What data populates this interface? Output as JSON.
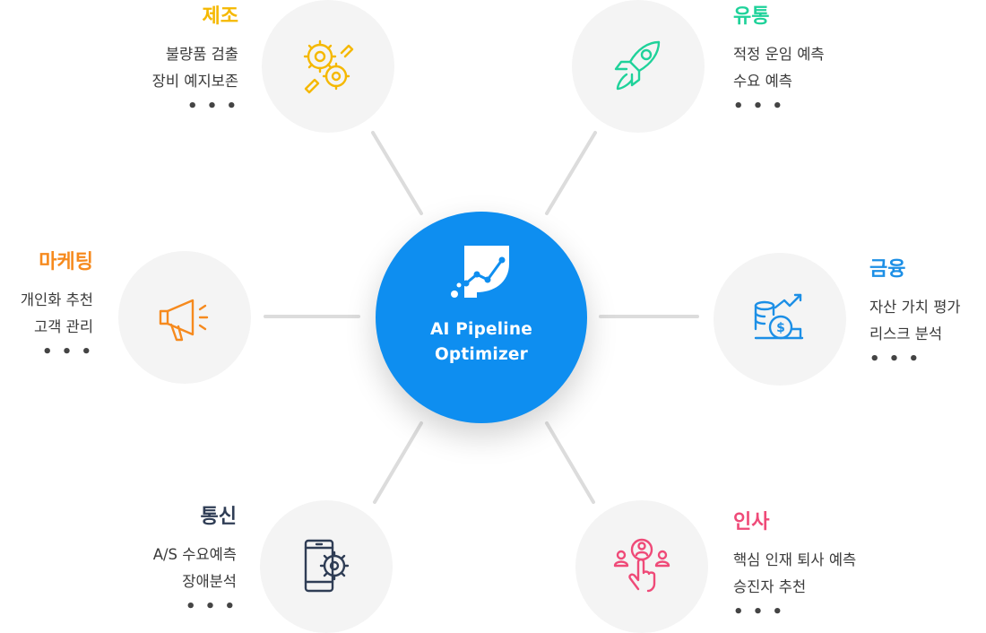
{
  "center": {
    "title_line1": "AI Pipeline",
    "title_line2": "Optimizer",
    "color": "#0e8ef0",
    "icon": "leaf-chart-logo-icon"
  },
  "connector_color": "#dcdcdc",
  "node_background": "#f4f4f4",
  "domains": {
    "manufacturing": {
      "title": "제조",
      "color": "#f5b800",
      "icon": "gear-wrench-icon",
      "items": [
        "불량품 검출",
        "장비 예지보존"
      ],
      "more": "• • •"
    },
    "logistics": {
      "title": "유통",
      "color": "#1fd29a",
      "icon": "rocket-icon",
      "items": [
        "적정 운임 예측",
        "수요 예측"
      ],
      "more": "• • •"
    },
    "marketing": {
      "title": "마케팅",
      "color": "#f68a1e",
      "icon": "megaphone-icon",
      "items": [
        "개인화 추천",
        "고객 관리"
      ],
      "more": "• • •"
    },
    "finance": {
      "title": "금융",
      "color": "#1c8fe6",
      "icon": "coins-growth-icon",
      "items": [
        "자산 가치 평가",
        "리스크 분석"
      ],
      "more": "• • •"
    },
    "telecom": {
      "title": "통신",
      "color": "#2f3d55",
      "icon": "phone-gear-icon",
      "items": [
        "A/S 수요예측",
        "장애분석"
      ],
      "more": "• • •"
    },
    "hr": {
      "title": "인사",
      "color": "#ef4a78",
      "icon": "people-pointer-icon",
      "items": [
        "핵심 인재 퇴사 예측",
        "승진자 추천"
      ],
      "more": "• • •"
    }
  }
}
